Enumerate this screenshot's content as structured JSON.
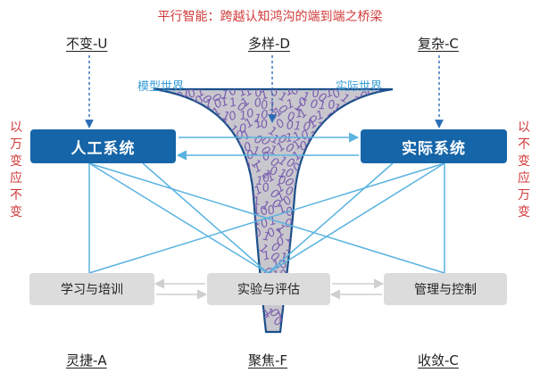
{
  "title": "平行智能：跨越认知鸿沟的端到端之桥梁",
  "top_labels": [
    "不变-U",
    "多样-D",
    "复杂-C"
  ],
  "worlds": {
    "model": "模型世界",
    "real": "实际世界"
  },
  "side_left": [
    "以",
    "万",
    "变",
    "应",
    "不",
    "变"
  ],
  "side_right": [
    "以",
    "不",
    "变",
    "应",
    "万",
    "变"
  ],
  "systems": {
    "artificial": "人工系统",
    "actual": "实际系统"
  },
  "bottom_boxes": [
    "学习与培训",
    "实验与评估",
    "管理与控制"
  ],
  "bottom_labels": [
    "灵捷-A",
    "聚焦-F",
    "收敛-C"
  ],
  "binary_text": "0110101001011010110100101101001011010010110100101100101101001011010",
  "colors": {
    "title_red": "#d13a3a",
    "system_blue": "#1565a8",
    "line_blue": "#5ab3e0",
    "funnel_gray": "#c9c7ce",
    "binary_purple": "#7a5fb0"
  }
}
